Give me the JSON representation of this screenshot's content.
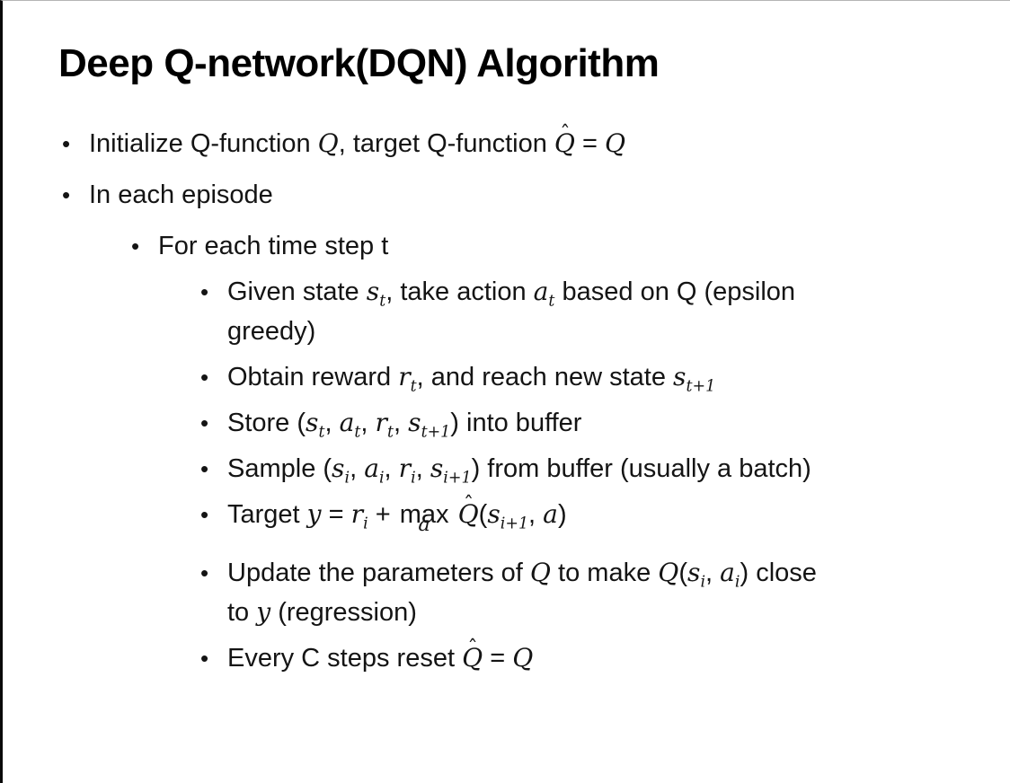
{
  "slide": {
    "title": "Deep Q-network(DQN) Algorithm",
    "bullet_char": "•",
    "bullets": [
      {
        "level": 1,
        "html": "Initialize Q-function <i>Q</i>, target Q-function <span class='hat'><i>Q</i><span class='hatmark'>ˆ</span></span> = <i>Q</i>"
      },
      {
        "level": 1,
        "html": "In each episode"
      },
      {
        "level": 2,
        "html": "For each time step t"
      },
      {
        "level": 3,
        "html": "Given state <i>s<sub>t</sub></i>, take action <i>a<sub>t</sub></i> based on Q (epsilon<br>greedy)"
      },
      {
        "level": 3,
        "html": "Obtain reward <i>r<sub>t</sub></i>, and reach new state <i>s<sub>t+1</sub></i>"
      },
      {
        "level": 3,
        "html": "Store (<i>s<sub>t</sub></i>, <i>a<sub>t</sub></i>, <i>r<sub>t</sub></i>, <i>s<sub>t+1</sub></i>) into buffer"
      },
      {
        "level": 3,
        "html": "Sample (<i>s<sub>i</sub></i>, <i>a<sub>i</sub></i>, <i>r<sub>i</sub></i>, <i>s<sub>i+1</sub></i>) from buffer (usually a batch)"
      },
      {
        "level": 3,
        "html": "Target <i>y</i> = <i>r<sub>i</sub></i> + <span class='max-op'><span class='mo-main'>max</span><span class='mo-under'><i>a</i></span></span> <span class='hat'><i>Q</i><span class='hatmark'>ˆ</span></span>(<i>s<sub>i+1</sub></i>, <i>a</i>)"
      },
      {
        "level": 3,
        "html": "Update the parameters of <i>Q</i> to make <i>Q</i>(<i>s<sub>i</sub></i>, <i>a<sub>i</sub></i>) close<br>to <i>y</i> (regression)"
      },
      {
        "level": 3,
        "html": "Every C steps reset <span class='hat'><i>Q</i><span class='hatmark'>ˆ</span></span> = <i>Q</i>"
      }
    ]
  }
}
